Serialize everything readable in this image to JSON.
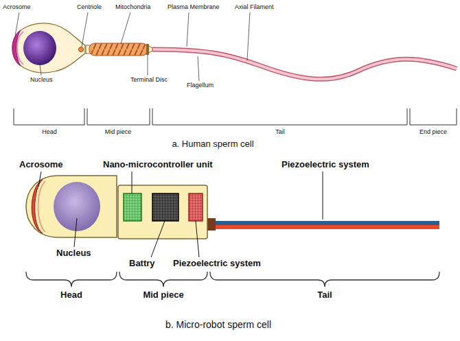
{
  "diagram": {
    "labels": [
      "Acrosome",
      "Centriole",
      "Mitochondria",
      "Plasma Membrane",
      "Axial Filament",
      "Nucleus",
      "Terminal Disc",
      "Flagellum",
      "Head",
      "Mid piece",
      "Tail",
      "End piece",
      "a. Human sperm cell",
      "Acrosome",
      "Nano-microcontroller unit",
      "Piezoelectric system",
      "Nucleus",
      "Battry",
      "Piezoelectric system",
      "Head",
      "Mid piece",
      "Tail",
      "b. Micro-robot sperm cell"
    ]
  }
}
